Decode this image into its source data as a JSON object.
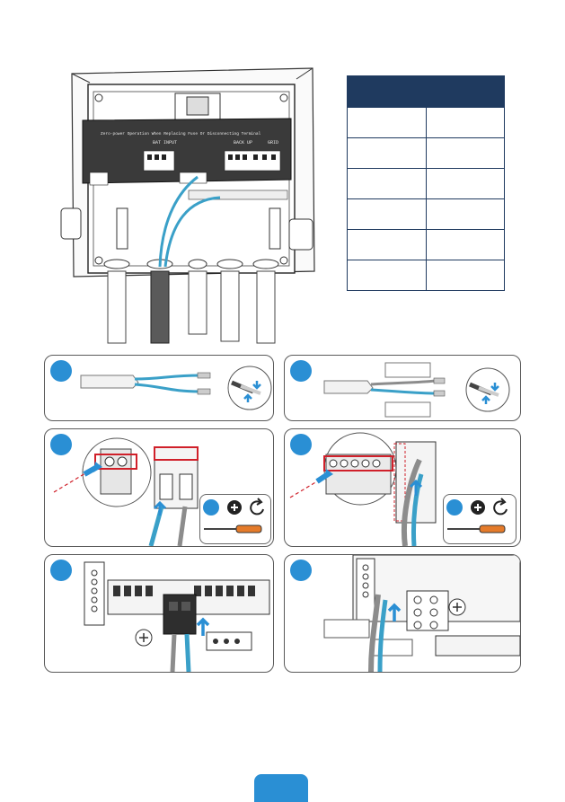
{
  "enclosure": {
    "panel_text": "Zero-power Operation When Replacing Fuse Or Disconnecting Terminal",
    "label_bat_input": "BAT INPUT",
    "label_backup": "BACK UP",
    "label_grid": "GRID"
  },
  "cable_table": {
    "headers": [
      "",
      ""
    ],
    "rows": [
      [
        "",
        ""
      ],
      [
        "",
        ""
      ],
      [
        "",
        ""
      ],
      [
        "",
        ""
      ],
      [
        "",
        ""
      ],
      [
        "",
        ""
      ]
    ]
  },
  "steps": [
    {
      "id": 1,
      "badge": ""
    },
    {
      "id": 2,
      "badge": ""
    },
    {
      "id": 3,
      "badge": ""
    },
    {
      "id": 4,
      "badge": ""
    },
    {
      "id": 5,
      "badge": ""
    },
    {
      "id": 6,
      "badge": ""
    }
  ],
  "page": {
    "number": ""
  },
  "colors": {
    "accent_blue": "#2a8fd4",
    "table_header": "#1f3a5f",
    "cable_blue": "#3aa0c8",
    "cable_gray": "#8c8c8c",
    "warning_red": "#d0202a"
  },
  "icons": [
    "crimp-tool-icon",
    "screwdriver-icon",
    "plus-screw-icon",
    "rotate-icon",
    "arrow-icon"
  ]
}
